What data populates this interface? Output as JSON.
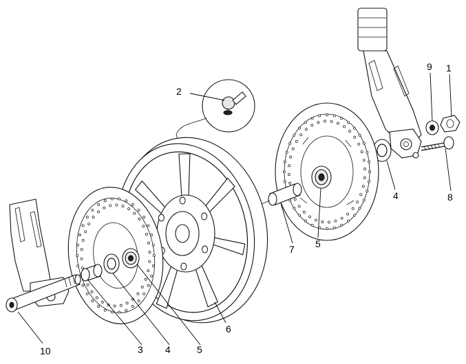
{
  "diagram": {
    "callouts": [
      {
        "id": "1",
        "text": "1"
      },
      {
        "id": "2",
        "text": "2"
      },
      {
        "id": "3",
        "text": "3"
      },
      {
        "id": "4a",
        "text": "4"
      },
      {
        "id": "4b",
        "text": "4"
      },
      {
        "id": "5a",
        "text": "5"
      },
      {
        "id": "5b",
        "text": "5"
      },
      {
        "id": "6",
        "text": "6"
      },
      {
        "id": "7",
        "text": "7"
      },
      {
        "id": "8",
        "text": "8"
      },
      {
        "id": "9",
        "text": "9"
      },
      {
        "id": "10",
        "text": "10"
      }
    ]
  }
}
